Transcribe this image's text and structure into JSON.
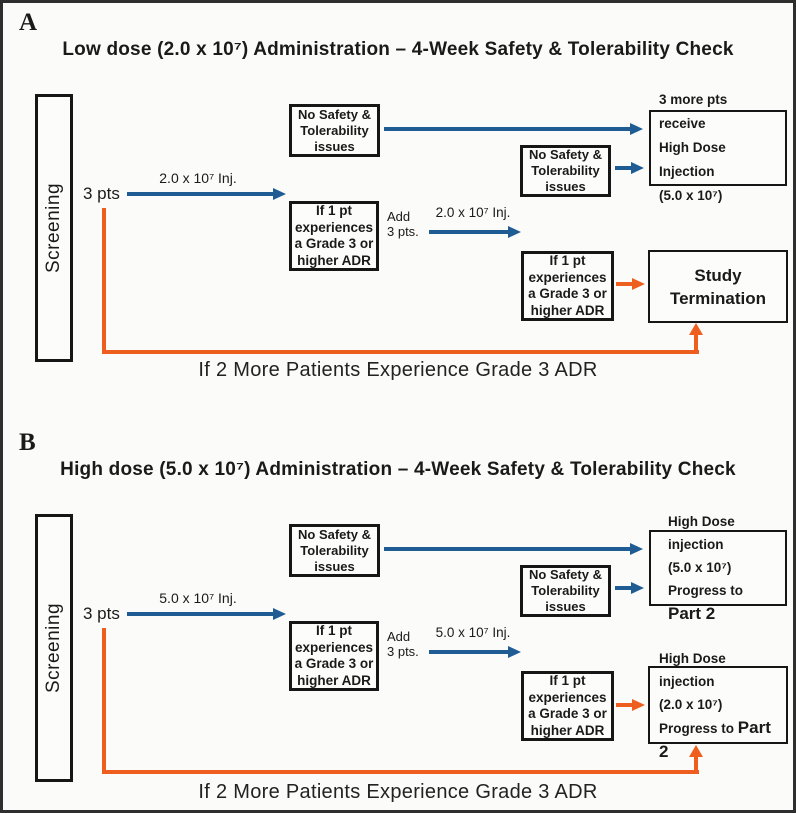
{
  "colors": {
    "blue": "#1f5c94",
    "orange": "#ee5f1f"
  },
  "panel_a": {
    "label": "A",
    "title": "Low dose (2.0 x 10⁷) Administration – 4-Week Safety & Tolerability Check",
    "screening_label": "Screening",
    "pts_label": "3 pts",
    "inj_label_1": "2.0 x 10⁷ Inj.",
    "inj_label_2": "2.0 x 10⁷ Inj.",
    "add_label": "Add\n3 pts.",
    "no_safety_box_1": "No Safety &\nTolerability\nissues",
    "no_safety_box_2": "No Safety &\nTolerability\nissues",
    "adr_box_1": "If 1 pt\nexperiences\na Grade 3 or\nhigher ADR",
    "adr_box_2": "If 1 pt\nexperiences\na Grade 3 or\nhigher ADR",
    "outcome_continue": "3 more pts receive\nHigh Dose Injection\n(5.0 x 10⁷)",
    "outcome_stop": "Study\nTermination",
    "footer": "If 2 More Patients Experience Grade 3 ADR"
  },
  "panel_b": {
    "label": "B",
    "title": "High dose (5.0 x 10⁷) Administration – 4-Week Safety & Tolerability Check",
    "screening_label": "Screening",
    "pts_label": "3 pts",
    "inj_label_1": "5.0 x 10⁷ Inj.",
    "inj_label_2": "5.0 x 10⁷ Inj.",
    "add_label": "Add\n3 pts.",
    "no_safety_box_1": "No Safety &\nTolerability\nissues",
    "no_safety_box_2": "No Safety &\nTolerability\nissues",
    "adr_box_1": "If 1 pt\nexperiences\na Grade 3 or\nhigher ADR",
    "adr_box_2": "If 1 pt\nexperiences\na Grade 3 or\nhigher ADR",
    "outcome_continue": {
      "line1": "High Dose injection",
      "line2": "(5.0 x 10⁷)",
      "line3_prefix": "Progress to ",
      "line3_emph": "Part 2"
    },
    "outcome_alt": {
      "line1": "High Dose injection",
      "line2": "(2.0 x 10⁷)",
      "line3_prefix": "Progress to ",
      "line3_emph": "Part 2"
    },
    "footer": "If 2 More Patients Experience Grade 3 ADR"
  }
}
